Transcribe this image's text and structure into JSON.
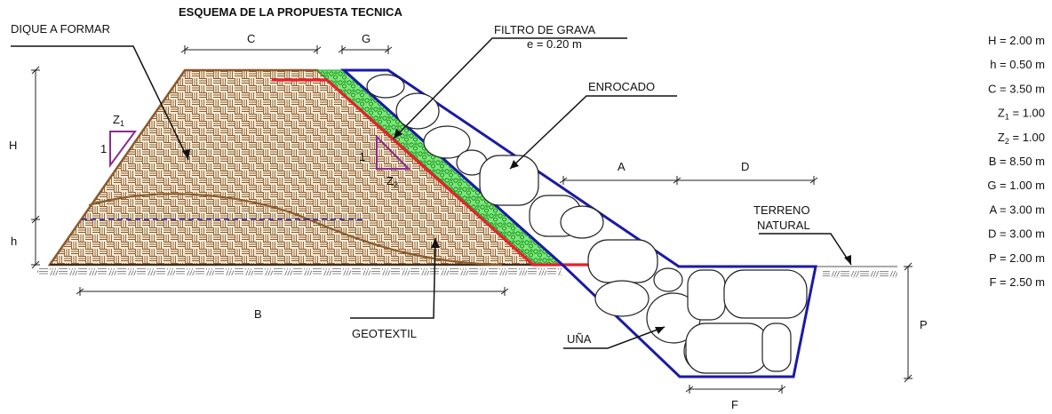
{
  "title": "ESQUEMA DE LA PROPUESTA TECNICA",
  "labels": {
    "dique": "DIQUE A FORMAR",
    "filtro": "FILTRO DE GRAVA",
    "filtro_e": "e = 0.20 m",
    "enrocado": "ENROCADO",
    "terreno_1": "TERRENO",
    "terreno_2": "NATURAL",
    "geotextil": "GEOTEXTIL",
    "una": "UÑA"
  },
  "dims": {
    "C": "C",
    "G": "G",
    "A": "A",
    "D": "D",
    "B": "B",
    "H": "H",
    "h": "h",
    "P": "P",
    "F": "F",
    "one_left": "1",
    "one_right": "1",
    "Z1": "Z",
    "Z1_sub": "1",
    "Z2": "Z",
    "Z2_sub": "2"
  },
  "legend": [
    {
      "name": "H",
      "sub": "",
      "value": "= 2.00 m"
    },
    {
      "name": "h",
      "sub": "",
      "value": "= 0.50 m"
    },
    {
      "name": "C",
      "sub": "",
      "value": "= 3.50 m"
    },
    {
      "name": "Z",
      "sub": "1",
      "value": "= 1.00"
    },
    {
      "name": "Z",
      "sub": "2",
      "value": "= 1.00"
    },
    {
      "name": "B",
      "sub": "",
      "value": "= 8.50 m"
    },
    {
      "name": "G",
      "sub": "",
      "value": "= 1.00 m"
    },
    {
      "name": "A",
      "sub": "",
      "value": "= 3.00 m"
    },
    {
      "name": "D",
      "sub": "",
      "value": "= 3.00 m"
    },
    {
      "name": "P",
      "sub": "",
      "value": "= 2.00 m"
    },
    {
      "name": "F",
      "sub": "",
      "value": "= 2.50 m"
    }
  ],
  "colors": {
    "embankment": "#8b5a2b",
    "enrocado": "#1a1aa8",
    "filtro": "#2bd12b",
    "geotextil": "#e8202a",
    "triangle": "#8e2b8e",
    "water": "#1a1aa8"
  }
}
